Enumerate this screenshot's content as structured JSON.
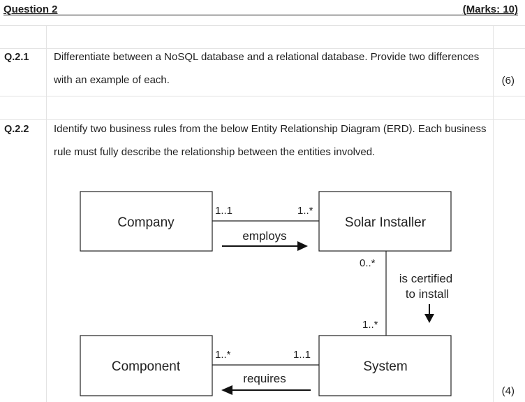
{
  "header": {
    "title": "Question 2",
    "marks": "(Marks: 10)"
  },
  "questions": [
    {
      "number": "Q.2.1",
      "text": "Differentiate between a NoSQL database and a relational database. Provide two differences with an example of each.",
      "marks": "(6)"
    },
    {
      "number": "Q.2.2",
      "text": "Identify two business rules from the below Entity Relationship Diagram (ERD). Each business rule must fully describe the relationship between the entities involved.",
      "marks": "(4)"
    }
  ],
  "erd": {
    "entities": {
      "company": "Company",
      "solar_installer": "Solar Installer",
      "component": "Component",
      "system": "System"
    },
    "relationships": {
      "employs": {
        "label": "employs",
        "from_card": "1..1",
        "to_card": "1..*"
      },
      "certified": {
        "label_line1": "is certified",
        "label_line2": "to install",
        "from_card": "0..*",
        "to_card": "1..*"
      },
      "requires": {
        "label": "requires",
        "from_card": "1..*",
        "to_card": "1..1"
      }
    }
  }
}
